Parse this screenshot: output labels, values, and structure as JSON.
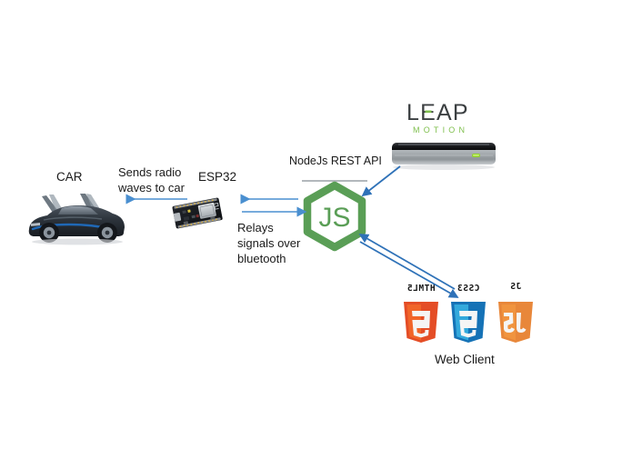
{
  "diagram": {
    "title": "IoT car control architecture diagram",
    "background_color": "#ffffff",
    "arrow_color": "#4a8fd0"
  },
  "nodes": {
    "car": {
      "label": "CAR",
      "icon": "sports-car-photo",
      "body_color": "#2c3239",
      "accent_color": "#1f6fc4"
    },
    "esp32": {
      "label": "ESP32",
      "icon": "esp32-dev-board-photo",
      "board_color": "#14161a",
      "shield_color": "#b9bdc2"
    },
    "nodejs": {
      "label": "NodeJs REST API",
      "icon": "nodejs-hexagon-logo",
      "logo_text": "JS",
      "color": "#5a9e56"
    },
    "leap": {
      "logo_primary": "LEAP",
      "logo_secondary": "M O T I O N",
      "icon": "leap-motion-controller-photo",
      "logo_color": "#3b3f41",
      "accent_color": "#7fbf4d",
      "body_color": "#b6babd"
    },
    "web_client": {
      "label": "Web Client",
      "shields": [
        {
          "cap": "HTML5",
          "name": "html5-shield-icon",
          "color": "#e44d26",
          "face": "#f16529"
        },
        {
          "cap": "CSS3",
          "name": "css3-shield-icon",
          "color": "#1572b6",
          "face": "#33a9dc"
        },
        {
          "cap": "JS",
          "name": "javascript-shield-icon",
          "color": "#e8873a",
          "face": "#f0943f"
        }
      ]
    }
  },
  "connections": {
    "car_esp32": {
      "label": "Sends radio\nwaves to car",
      "direction": "esp32-to-car"
    },
    "esp32_node": {
      "label": "Relays\nsignals over\nbluetooth",
      "direction": "bidirectional"
    },
    "leap_node": {
      "label": "",
      "direction": "leap-to-node"
    },
    "node_web": {
      "label": "",
      "direction": "bidirectional"
    }
  }
}
